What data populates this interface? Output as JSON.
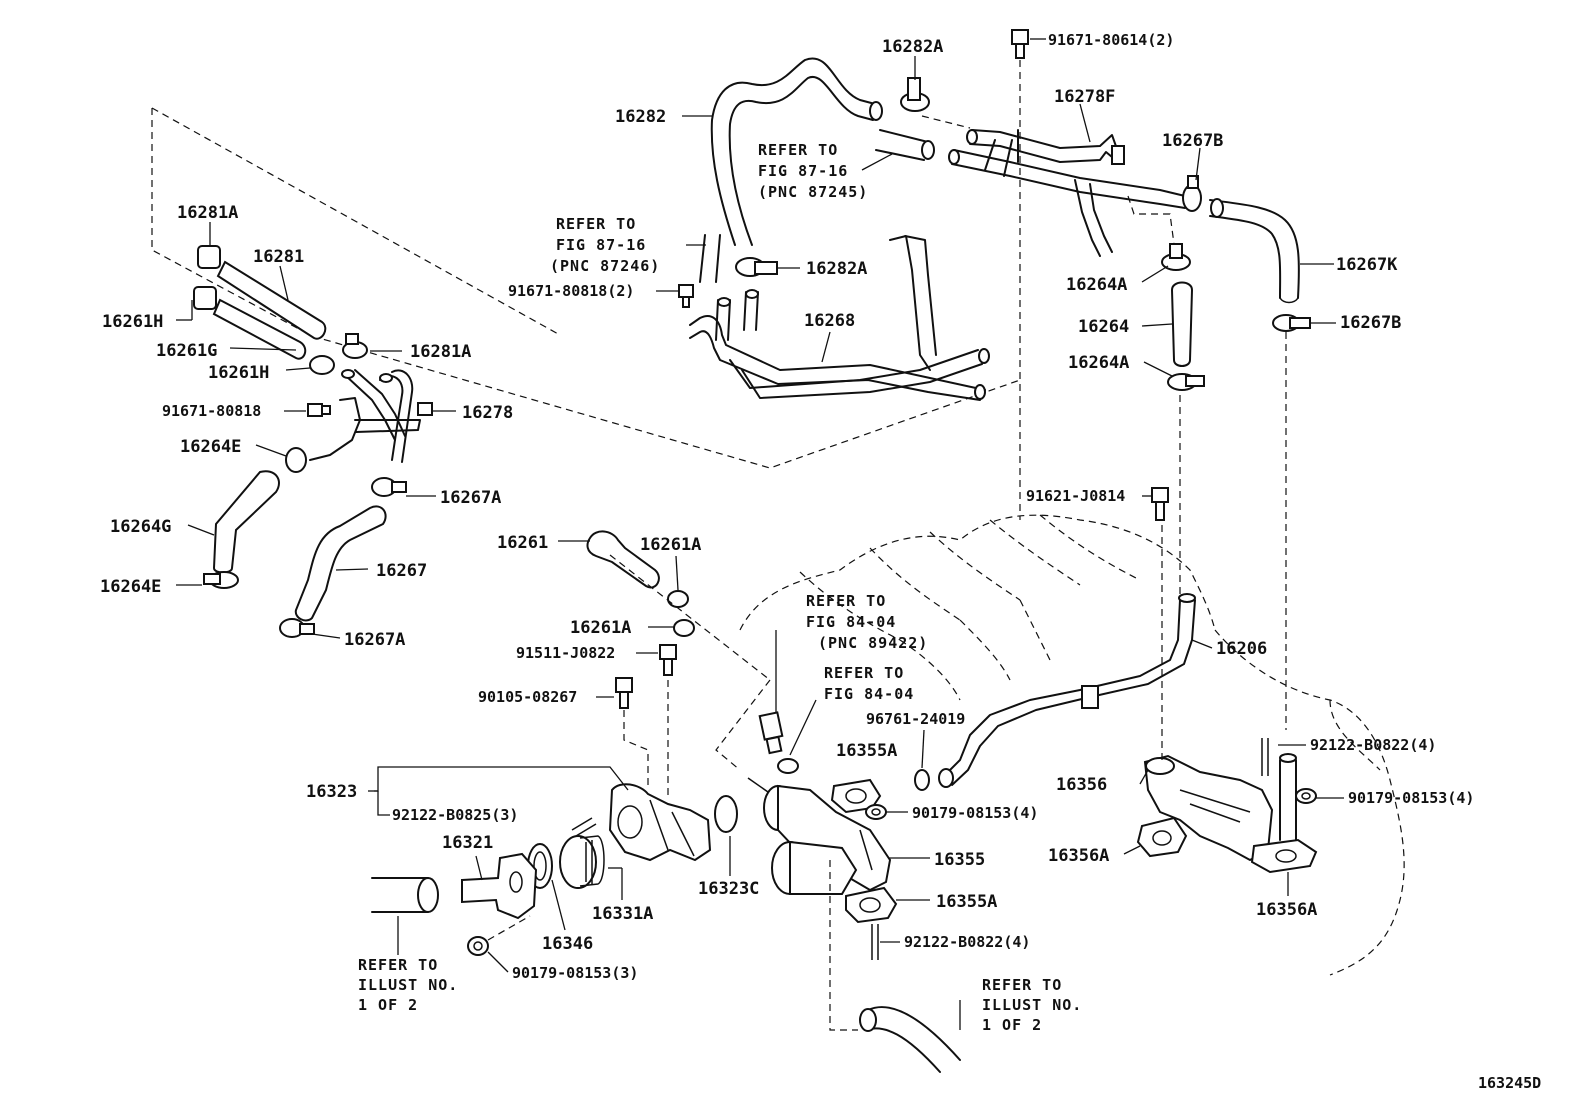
{
  "labels": {
    "l16282A_top": "16282A",
    "l91671_80614": "91671-80614(2)",
    "l16282": "16282",
    "l16278F": "16278F",
    "l16267B_top": "16267B",
    "l16281A_top": "16281A",
    "l16281": "16281",
    "l16282A_mid": "16282A",
    "l16267K": "16267K",
    "l16264A_top": "16264A",
    "l91671_80818_top": "91671-80818(2)",
    "l16268": "16268",
    "l16267B_mid": "16267B",
    "l16261H_top": "16261H",
    "l16261G": "16261G",
    "l16281A_mid": "16281A",
    "l16264": "16264",
    "l16261H_mid": "16261H",
    "l16264A_mid": "16264A",
    "l91671_80818_mid": "91671-80818",
    "l16278": "16278",
    "l16264E_top": "16264E",
    "l16267A_top": "16267A",
    "l91621_J0814": "91621-J0814",
    "l16264G": "16264G",
    "l16261": "16261",
    "l16261A_top": "16261A",
    "l16267": "16267",
    "l16264E_bot": "16264E",
    "l16267A_bot": "16267A",
    "l16261A_mid": "16261A",
    "l16206": "16206",
    "l91511_J0822": "91511-J0822",
    "l90105_08267": "90105-08267",
    "l96761_24019": "96761-24019",
    "l16355A_top": "16355A",
    "l92122_B0822_right": "92122-B0822(4)",
    "l16323": "16323",
    "l16356": "16356",
    "l90179_08153_right": "90179-08153(4)",
    "l92122_B0825": "92122-B0825(3)",
    "l90179_08153_mid": "90179-08153(4)",
    "l16321": "16321",
    "l16355": "16355",
    "l16356A_left": "16356A",
    "l16323C": "16323C",
    "l16331A": "16331A",
    "l16355A_bot": "16355A",
    "l16356A_bot": "16356A",
    "l16346": "16346",
    "l92122_B0822_bot": "92122-B0822(4)",
    "l90179_08153_bot": "90179-08153(3)"
  },
  "notes": {
    "n1": [
      "REFER TO",
      "FIG 87-16",
      "(PNC 87245)"
    ],
    "n2": [
      "REFER TO",
      "FIG 87-16",
      "(PNC 87246)"
    ],
    "n3": [
      "REFER TO",
      "FIG 84-04",
      "(PNC 89422)"
    ],
    "n4": [
      "REFER TO",
      "FIG 84-04"
    ],
    "n5": [
      "REFER TO",
      "ILLUST NO.",
      "1 OF 2"
    ],
    "n6": [
      "REFER TO",
      "ILLUST NO.",
      "1 OF 2"
    ]
  },
  "figure_id": "163245D"
}
